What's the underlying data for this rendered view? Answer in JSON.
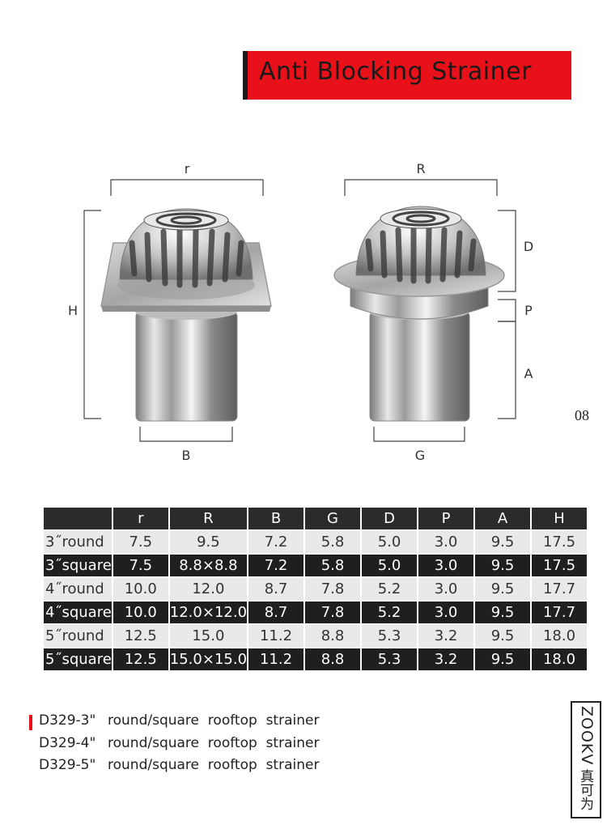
{
  "title": "Anti Blocking Strainer",
  "page_number": "08",
  "dimension_labels": {
    "left": {
      "top": "r",
      "side": "H",
      "bottom": "B"
    },
    "right": {
      "top": "R",
      "upper_side": "D",
      "middle_side": "P",
      "lower_side": "A",
      "bottom": "G"
    }
  },
  "spec_table": {
    "headers": [
      "",
      "r",
      "R",
      "B",
      "G",
      "D",
      "P",
      "A",
      "H"
    ],
    "rows": [
      [
        "3˝round",
        "7.5",
        "9.5",
        "7.2",
        "5.8",
        "5.0",
        "3.0",
        "9.5",
        "17.5"
      ],
      [
        "3˝square",
        "7.5",
        "8.8×8.8",
        "7.2",
        "5.8",
        "5.0",
        "3.0",
        "9.5",
        "17.5"
      ],
      [
        "4˝round",
        "10.0",
        "12.0",
        "8.7",
        "7.8",
        "5.2",
        "3.0",
        "9.5",
        "17.7"
      ],
      [
        "4˝square",
        "10.0",
        "12.0×12.0",
        "8.7",
        "7.8",
        "5.2",
        "3.0",
        "9.5",
        "17.7"
      ],
      [
        "5˝round",
        "12.5",
        "15.0",
        "11.2",
        "8.8",
        "5.3",
        "3.2",
        "9.5",
        "18.0"
      ],
      [
        "5˝square",
        "12.5",
        "15.0×15.0",
        "11.2",
        "8.8",
        "5.3",
        "3.2",
        "9.5",
        "18.0"
      ]
    ]
  },
  "models": [
    {
      "code": "D329-3\"",
      "desc": "round/square  rooftop  strainer"
    },
    {
      "code": "D329-4\"",
      "desc": "round/square  rooftop  strainer"
    },
    {
      "code": "D329-5\"",
      "desc": "round/square  rooftop  strainer"
    }
  ],
  "brand": {
    "latin": "ZOOKV",
    "cjk": "真可为"
  },
  "colors": {
    "accent": "#e8111a",
    "table_dark": "#1f1f1f",
    "table_light": "#e9e9e9"
  }
}
